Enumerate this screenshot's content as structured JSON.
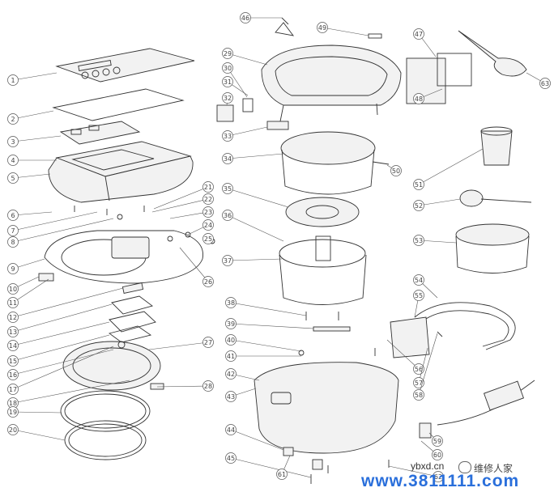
{
  "callouts": [
    {
      "id": "c1",
      "label": "1"
    },
    {
      "id": "c2",
      "label": "2"
    },
    {
      "id": "c3",
      "label": "3"
    },
    {
      "id": "c4",
      "label": "4"
    },
    {
      "id": "c5",
      "label": "5"
    },
    {
      "id": "c6",
      "label": "6"
    },
    {
      "id": "c7",
      "label": "7"
    },
    {
      "id": "c8",
      "label": "8"
    },
    {
      "id": "c9",
      "label": "9"
    },
    {
      "id": "c10",
      "label": "10"
    },
    {
      "id": "c11",
      "label": "11"
    },
    {
      "id": "c12",
      "label": "12"
    },
    {
      "id": "c13",
      "label": "13"
    },
    {
      "id": "c14",
      "label": "14"
    },
    {
      "id": "c15",
      "label": "15"
    },
    {
      "id": "c16",
      "label": "16"
    },
    {
      "id": "c17",
      "label": "17"
    },
    {
      "id": "c18",
      "label": "18"
    },
    {
      "id": "c19",
      "label": "19"
    },
    {
      "id": "c20",
      "label": "20"
    },
    {
      "id": "c21",
      "label": "21"
    },
    {
      "id": "c22",
      "label": "22"
    },
    {
      "id": "c23",
      "label": "23"
    },
    {
      "id": "c24",
      "label": "24"
    },
    {
      "id": "c25",
      "label": "25"
    },
    {
      "id": "c26",
      "label": "26"
    },
    {
      "id": "c27",
      "label": "27"
    },
    {
      "id": "c28",
      "label": "28"
    },
    {
      "id": "c29",
      "label": "29"
    },
    {
      "id": "c30",
      "label": "30"
    },
    {
      "id": "c31",
      "label": "31"
    },
    {
      "id": "c32",
      "label": "32"
    },
    {
      "id": "c33",
      "label": "33"
    },
    {
      "id": "c34",
      "label": "34"
    },
    {
      "id": "c35",
      "label": "35"
    },
    {
      "id": "c36",
      "label": "36"
    },
    {
      "id": "c37",
      "label": "37"
    },
    {
      "id": "c38",
      "label": "38"
    },
    {
      "id": "c39",
      "label": "39"
    },
    {
      "id": "c40",
      "label": "40"
    },
    {
      "id": "c41",
      "label": "41"
    },
    {
      "id": "c42",
      "label": "42"
    },
    {
      "id": "c43",
      "label": "43"
    },
    {
      "id": "c44",
      "label": "44"
    },
    {
      "id": "c45",
      "label": "45"
    },
    {
      "id": "c46",
      "label": "46"
    },
    {
      "id": "c47",
      "label": "47"
    },
    {
      "id": "c48",
      "label": "48"
    },
    {
      "id": "c49",
      "label": "49"
    },
    {
      "id": "c50",
      "label": "50"
    },
    {
      "id": "c51",
      "label": "51"
    },
    {
      "id": "c52",
      "label": "52"
    },
    {
      "id": "c53",
      "label": "53"
    },
    {
      "id": "c54",
      "label": "54"
    },
    {
      "id": "c55",
      "label": "55"
    },
    {
      "id": "c56",
      "label": "56"
    },
    {
      "id": "c57",
      "label": "57"
    },
    {
      "id": "c58",
      "label": "58"
    },
    {
      "id": "c59",
      "label": "59"
    },
    {
      "id": "c60",
      "label": "60"
    },
    {
      "id": "c61",
      "label": "61"
    },
    {
      "id": "c62",
      "label": "62"
    },
    {
      "id": "c63",
      "label": "63"
    }
  ],
  "watermark": {
    "site": "www.3811111.com",
    "domain": "ybxd.cn",
    "brand": "维修人家",
    "site_color": "#2a6fdb"
  }
}
